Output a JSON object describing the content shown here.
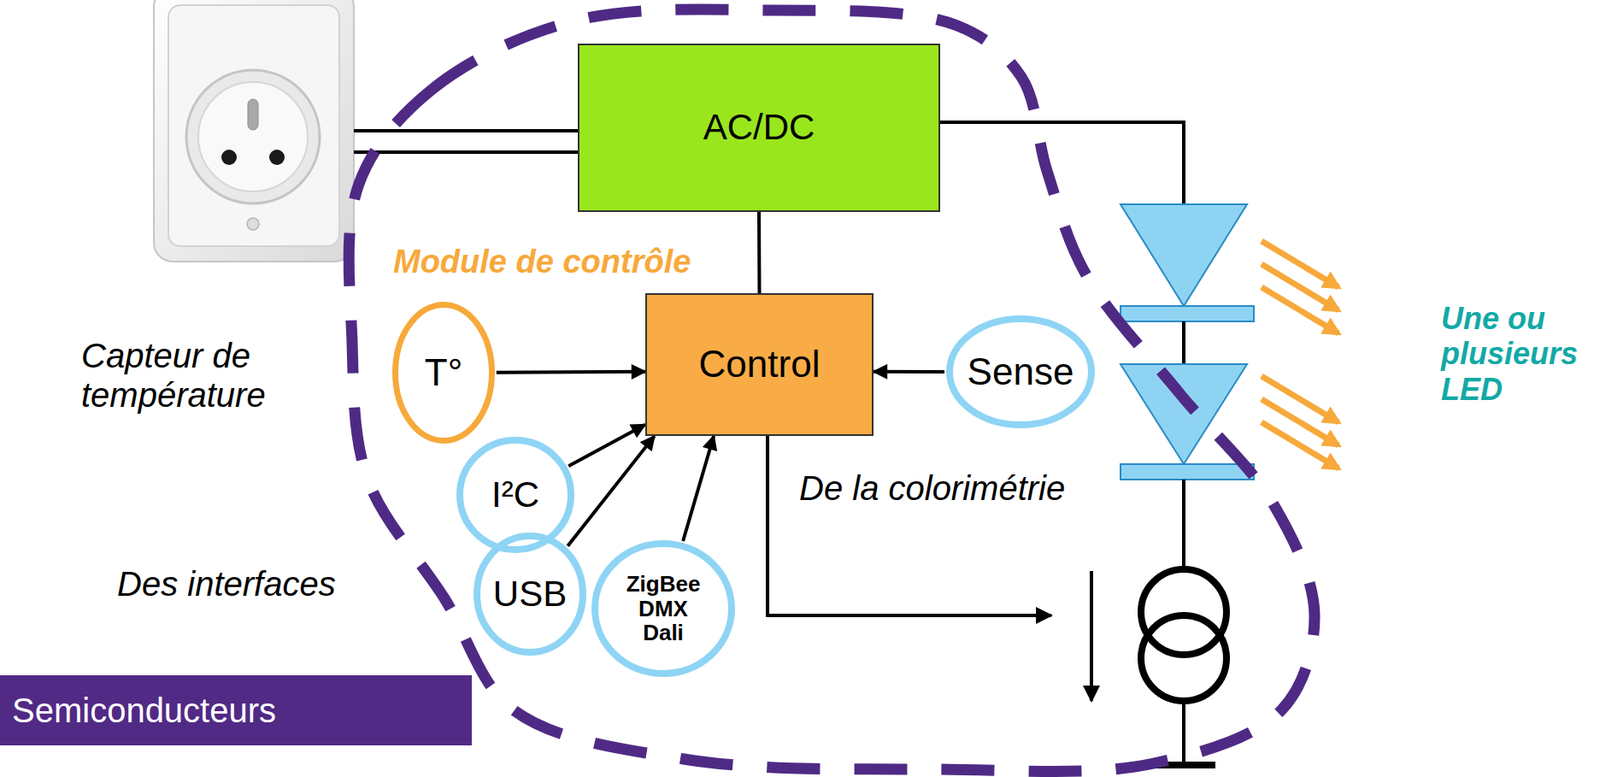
{
  "diagram": {
    "nodes": [
      {
        "text": [
          "Module de contrôle"
        ]
      },
      {
        "text": [
          "AC/DC"
        ],
        "in": 0
      },
      {
        "text": [
          "T°"
        ],
        "in": 0
      },
      {
        "text": [
          "Control"
        ],
        "in": 0
      },
      {
        "text": [
          "Sense"
        ],
        "in": 0
      },
      {
        "text": [
          "I²C"
        ],
        "in": 0
      },
      {
        "text": [
          "USB"
        ],
        "in": 0
      },
      {
        "text": [
          "ZigBee DMX Dali"
        ],
        "in": 0
      },
      {
        "text": [
          "Semiconducteurs"
        ]
      }
    ],
    "edges": [
      {
        "from": 1,
        "to": 3,
        "arrow": "none"
      },
      {
        "from": 2,
        "to": 3,
        "arrow": "to"
      },
      {
        "from": 4,
        "to": 3,
        "arrow": "to"
      },
      {
        "from": 5,
        "to": 3,
        "arrow": "to"
      },
      {
        "from": 6,
        "to": 3,
        "arrow": "to"
      },
      {
        "from": 7,
        "to": 3,
        "arrow": "to"
      }
    ],
    "labels": [
      "Capteur de température",
      "Des interfaces",
      "De la colorimétrie",
      "Une ou plusieurs LED"
    ]
  }
}
